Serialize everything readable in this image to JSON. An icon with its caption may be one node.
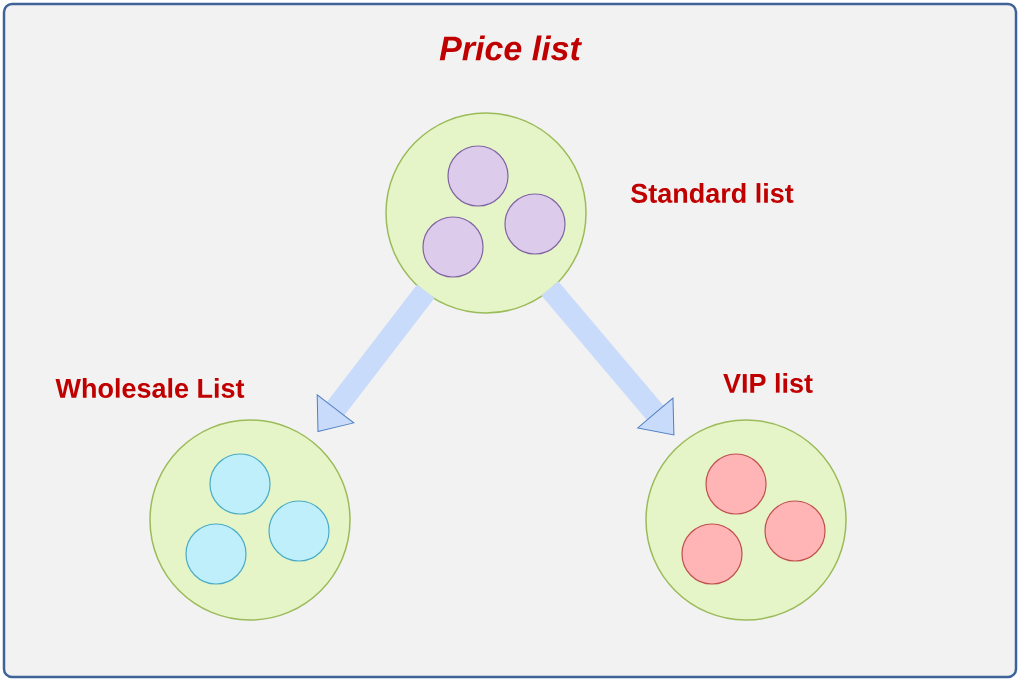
{
  "diagram": {
    "title": "Price list",
    "nodes": [
      {
        "text": [],
        "shape": "circle",
        "beside": [
          "Standard list"
        ]
      },
      {
        "text": [],
        "shape": "circle",
        "in": 0
      },
      {
        "text": [],
        "shape": "circle",
        "in": 0
      },
      {
        "text": [],
        "shape": "circle",
        "in": 0
      },
      {
        "text": [],
        "shape": "circle",
        "beside": [
          "Wholesale List"
        ]
      },
      {
        "text": [],
        "shape": "circle",
        "in": 4
      },
      {
        "text": [],
        "shape": "circle",
        "in": 4
      },
      {
        "text": [],
        "shape": "circle",
        "in": 4
      },
      {
        "text": [],
        "shape": "circle",
        "beside": [
          "VIP list"
        ]
      },
      {
        "text": [],
        "shape": "circle",
        "in": 8
      },
      {
        "text": [],
        "shape": "circle",
        "in": 8
      },
      {
        "text": [],
        "shape": "circle",
        "in": 8
      }
    ],
    "edges": [
      {
        "from": 0,
        "to": 4,
        "arrow": "to"
      },
      {
        "from": 0,
        "to": 8,
        "arrow": "to"
      }
    ]
  }
}
